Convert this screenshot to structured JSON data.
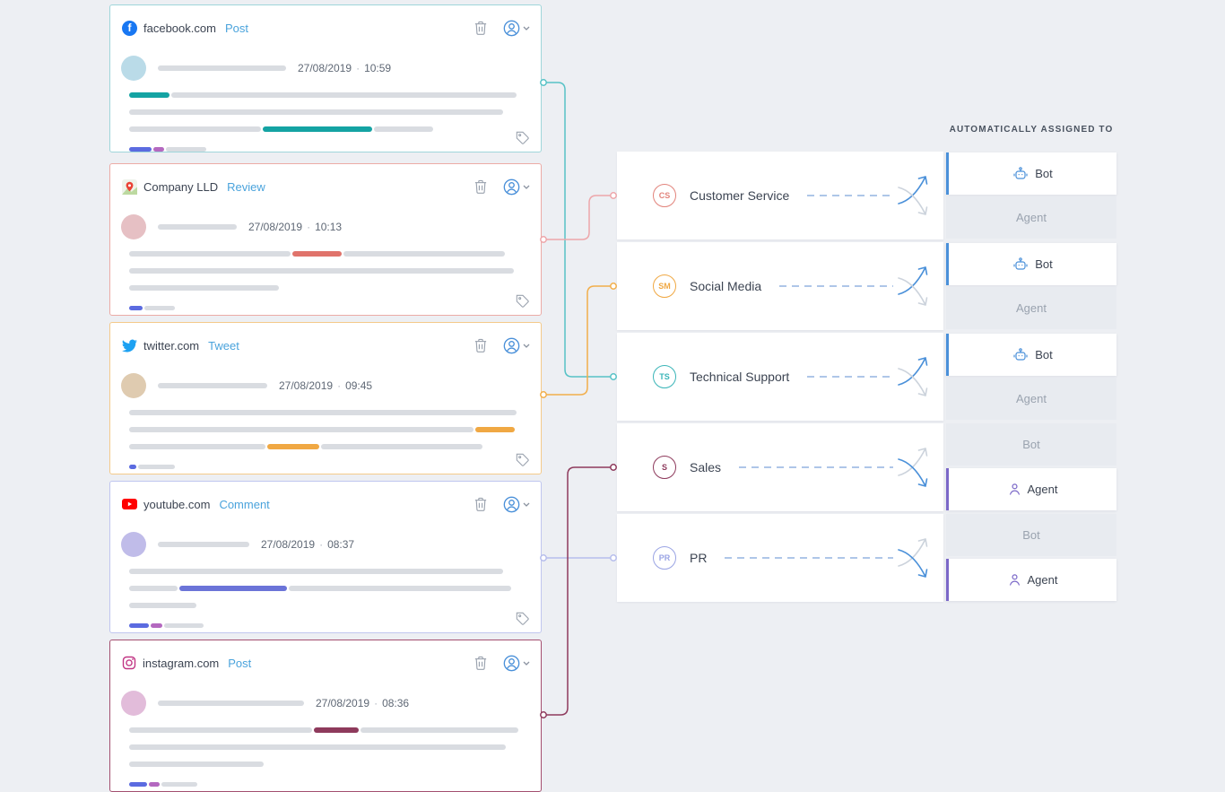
{
  "header": {
    "assigned_to": "AUTOMATICALLY ASSIGNED TO"
  },
  "labels": {
    "bot": "Bot",
    "agent": "Agent",
    "dot": "·"
  },
  "icons": {
    "facebook_glyph": "f",
    "facebook": "facebook-circle",
    "google_maps": "map-pin",
    "twitter": "bird",
    "youtube": "play-button",
    "instagram": "camera-outline",
    "trash": "trash-can-outline",
    "assignee": "person-in-circle",
    "chevron": "chevron-down",
    "tag": "tag-outline",
    "bot": "robot-head",
    "agent": "person-outline"
  },
  "colors": {
    "bot_accent": "#4a90d9",
    "agent_accent": "#7b68c8",
    "placeholder_gray": "#d9dce1",
    "mini_blue": "#5b6be0",
    "mini_purple": "#b468c0",
    "dash_blue": "#aec6e8"
  },
  "cards": [
    {
      "site": "facebook.com",
      "action": "Post",
      "date": "27/08/2019",
      "time": "10:59",
      "accent": "#14a3a3",
      "border": "#9fd6da",
      "avatar": "#badbe8"
    },
    {
      "site": "Company LLD",
      "action": "Review",
      "date": "27/08/2019",
      "time": "10:13",
      "accent": "#e0736b",
      "border": "#ecaba6",
      "avatar": "#e6c0c4"
    },
    {
      "site": "twitter.com",
      "action": "Tweet",
      "date": "27/08/2019",
      "time": "09:45",
      "accent": "#f0a843",
      "border": "#f4ca8a",
      "avatar": "#dfcbb0"
    },
    {
      "site": "youtube.com",
      "action": "Comment",
      "date": "27/08/2019",
      "time": "08:37",
      "accent": "#6b74d8",
      "border": "#c0c6ef",
      "avatar": "#c0bce9"
    },
    {
      "site": "instagram.com",
      "action": "Post",
      "date": "27/08/2019",
      "time": "08:36",
      "accent": "#8e3a5c",
      "border": "#a34f6f",
      "avatar": "#e2bcda"
    }
  ],
  "categories": [
    {
      "initials": "CS",
      "label": "Customer Service",
      "color": "#e2837b",
      "assigned_to": "Bot"
    },
    {
      "initials": "SM",
      "label": "Social Media",
      "color": "#f0a843",
      "assigned_to": "Bot"
    },
    {
      "initials": "TS",
      "label": "Technical Support",
      "color": "#3ab5b8",
      "assigned_to": "Bot"
    },
    {
      "initials": "S",
      "label": "Sales",
      "color": "#8e3a5c",
      "assigned_to": "Agent"
    },
    {
      "initials": "PR",
      "label": "PR",
      "color": "#9aa4e4",
      "assigned_to": "Agent"
    }
  ],
  "connectors": [
    {
      "from": "facebook.com",
      "to": "Technical Support",
      "color": "#57c2c6"
    },
    {
      "from": "Company LLD",
      "to": "Customer Service",
      "color": "#eda6aa"
    },
    {
      "from": "twitter.com",
      "to": "Social Media",
      "color": "#f2ae4a"
    },
    {
      "from": "youtube.com",
      "to": "PR",
      "color": "#b6bdec"
    },
    {
      "from": "instagram.com",
      "to": "Sales",
      "color": "#8e3a5c"
    }
  ]
}
